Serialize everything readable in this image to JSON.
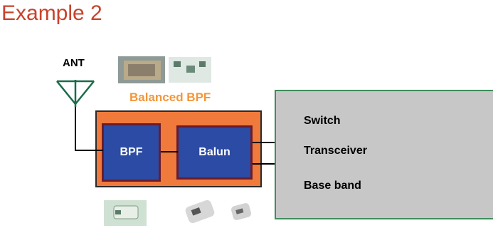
{
  "title": "Example 2",
  "antenna": {
    "label": "ANT"
  },
  "module": {
    "label": "Balanced BPF",
    "bpf_label": "BPF",
    "balun_label": "Balun"
  },
  "system": {
    "items": [
      "Switch",
      "Transceiver",
      "Base band"
    ]
  },
  "colors": {
    "title": "#c8432b",
    "module_fill": "#f07a3c",
    "module_label": "#f2973a",
    "block_fill": "#2c4ba4",
    "system_fill": "#c7c7c7",
    "system_border": "#3f8c5c"
  }
}
